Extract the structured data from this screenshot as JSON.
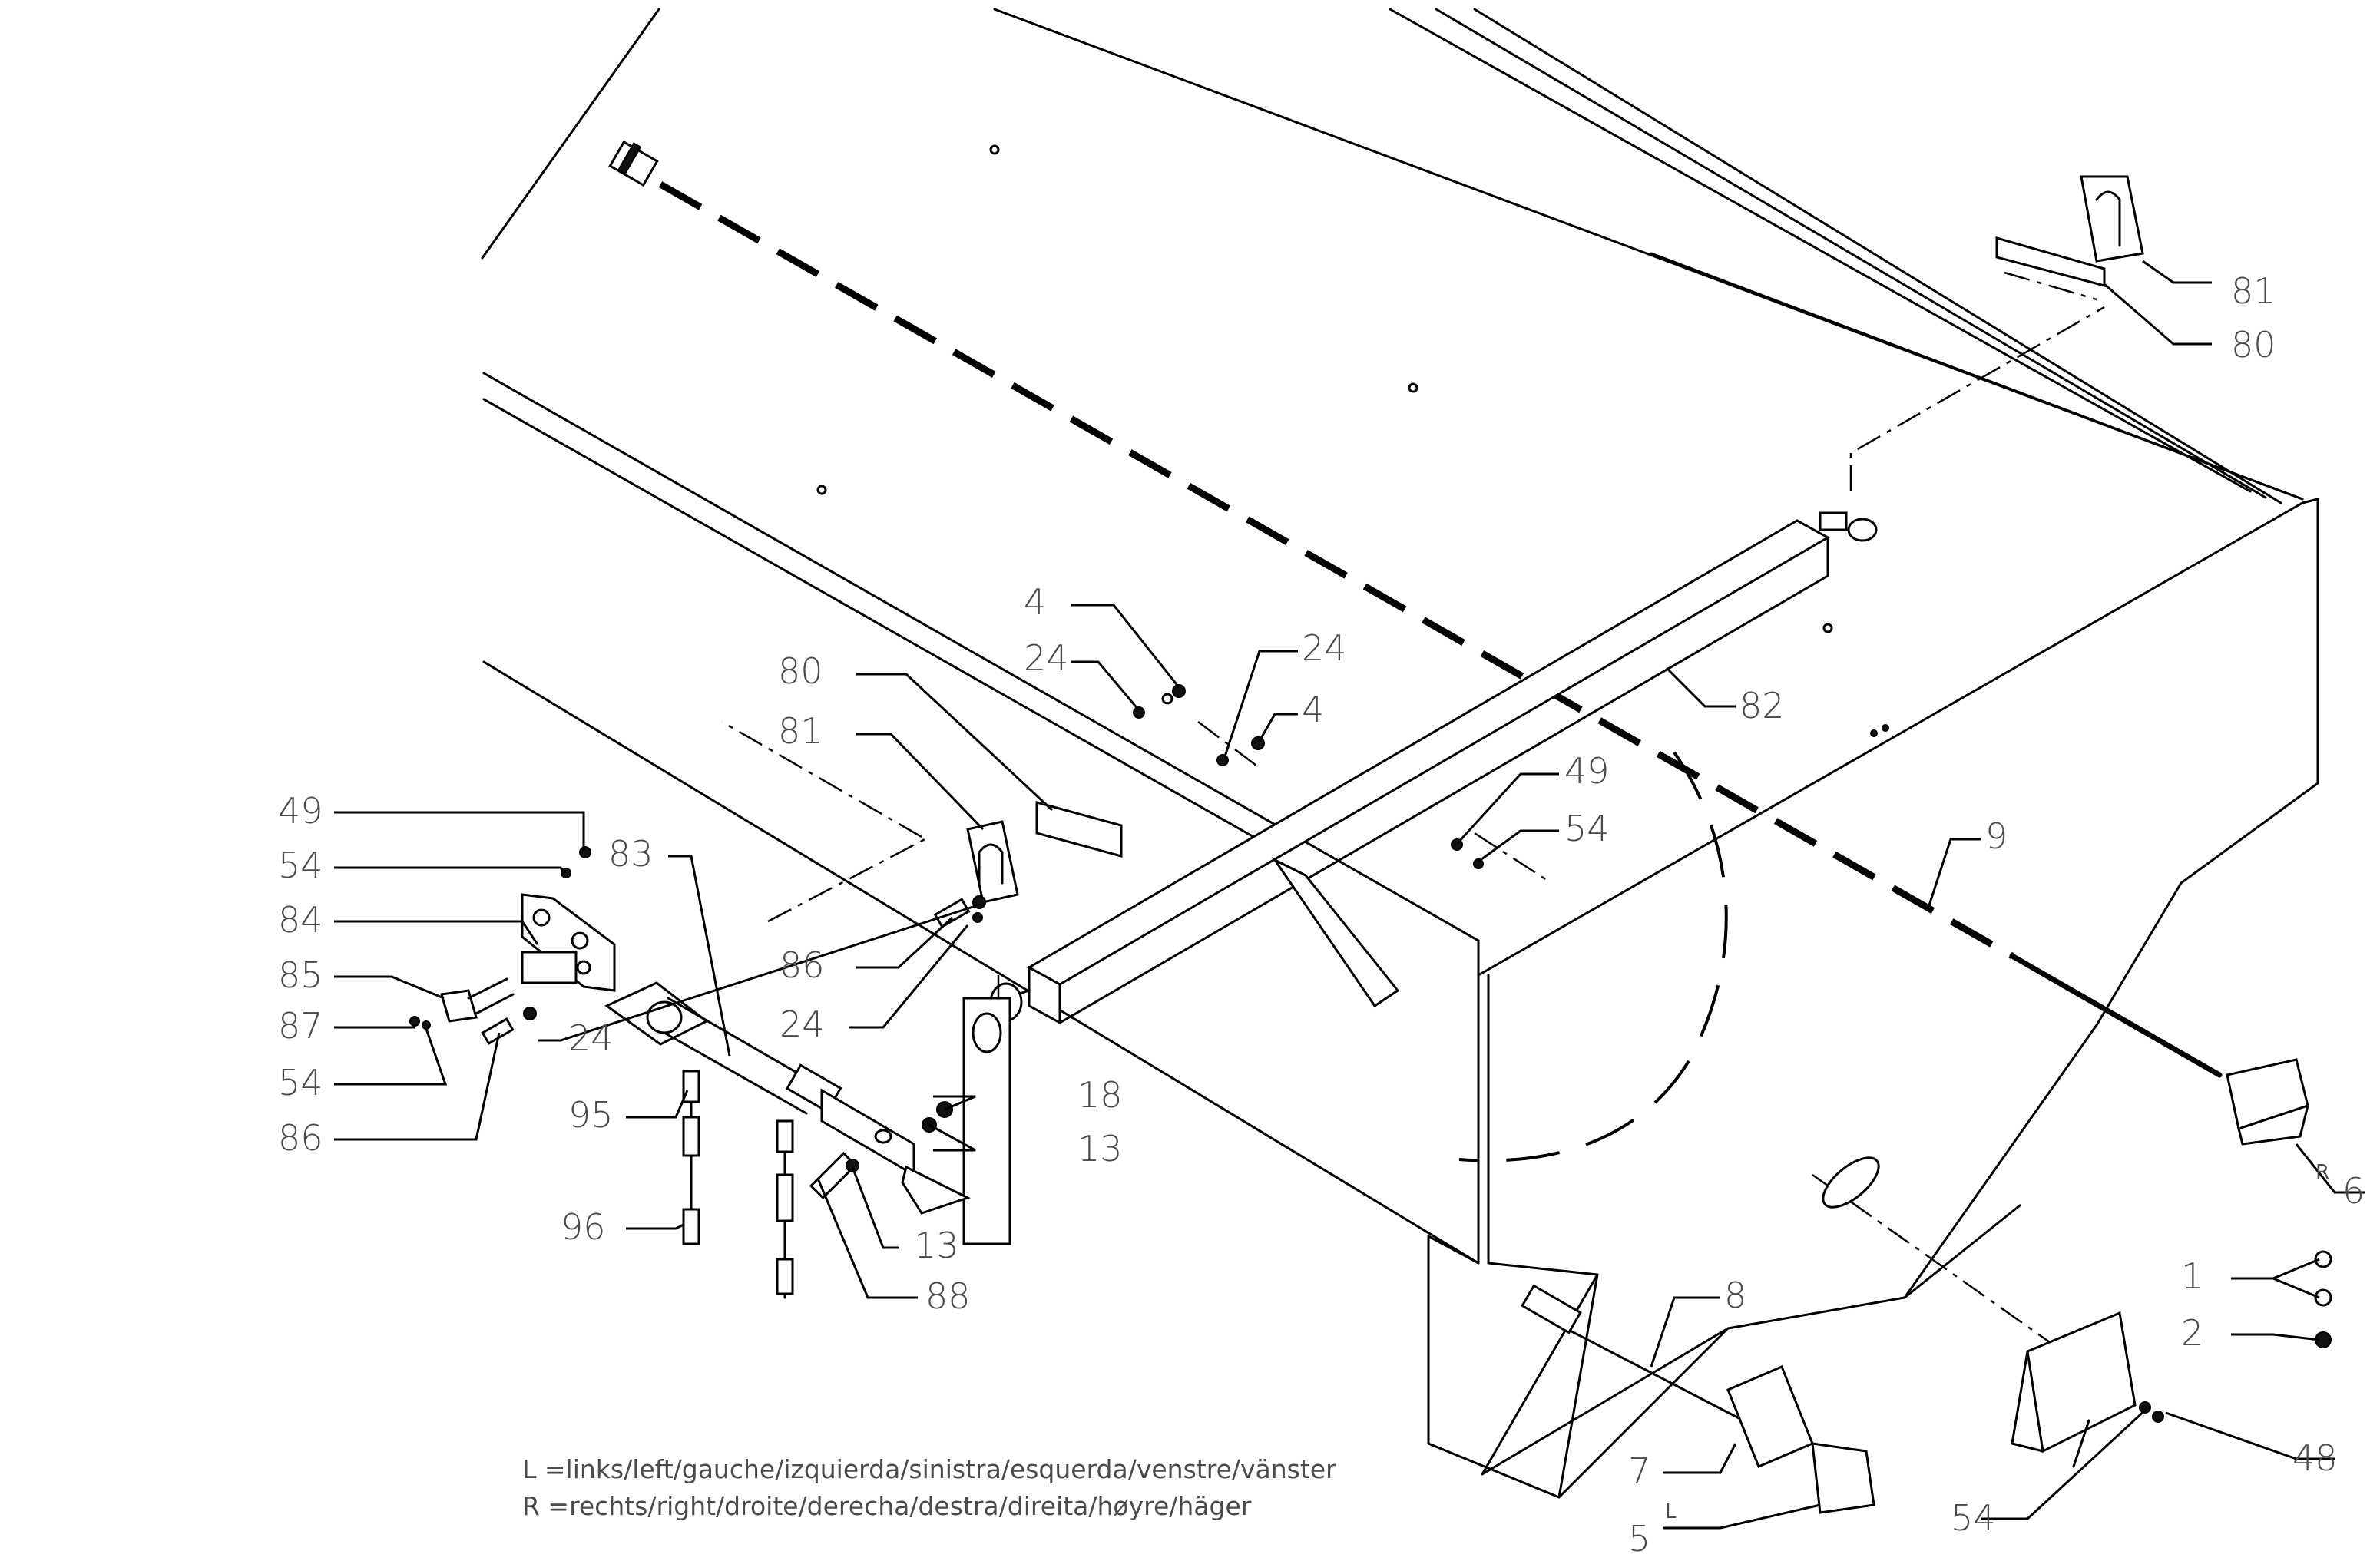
{
  "callouts": [
    {
      "id": "c81a",
      "text": "81"
    },
    {
      "id": "c80a",
      "text": "80"
    },
    {
      "id": "c4a",
      "text": "4"
    },
    {
      "id": "c24a",
      "text": "24"
    },
    {
      "id": "c24b",
      "text": "24"
    },
    {
      "id": "c4b",
      "text": "4"
    },
    {
      "id": "c82",
      "text": "82"
    },
    {
      "id": "c80b",
      "text": "80"
    },
    {
      "id": "c81b",
      "text": "81"
    },
    {
      "id": "c49a",
      "text": "49"
    },
    {
      "id": "c54a",
      "text": "54"
    },
    {
      "id": "c9",
      "text": "9"
    },
    {
      "id": "c49b",
      "text": "49"
    },
    {
      "id": "c54b",
      "text": "54"
    },
    {
      "id": "c84",
      "text": "84"
    },
    {
      "id": "c83",
      "text": "83"
    },
    {
      "id": "c85",
      "text": "85"
    },
    {
      "id": "c87",
      "text": "87"
    },
    {
      "id": "c54c",
      "text": "54"
    },
    {
      "id": "c86a",
      "text": "86"
    },
    {
      "id": "c86b",
      "text": "86"
    },
    {
      "id": "c24c",
      "text": "24"
    },
    {
      "id": "c24d",
      "text": "24"
    },
    {
      "id": "c95",
      "text": "95"
    },
    {
      "id": "c18",
      "text": "18"
    },
    {
      "id": "c13a",
      "text": "13"
    },
    {
      "id": "c96",
      "text": "96"
    },
    {
      "id": "c13b",
      "text": "13"
    },
    {
      "id": "c88",
      "text": "88"
    },
    {
      "id": "c6",
      "text": "6"
    },
    {
      "id": "c1",
      "text": "1"
    },
    {
      "id": "c2",
      "text": "2"
    },
    {
      "id": "c8",
      "text": "8"
    },
    {
      "id": "c48",
      "text": "48"
    },
    {
      "id": "c7",
      "text": "7"
    },
    {
      "id": "c5",
      "text": "5"
    },
    {
      "id": "c54d",
      "text": "54"
    }
  ],
  "side_marks": {
    "right": "R",
    "left": "L"
  },
  "legend": {
    "left_line": "L  =links/left/gauche/izquierda/sinistra/esquerda/venstre/vänster",
    "right_line": "R  =rechts/right/droite/derecha/destra/direita/høyre/häger"
  }
}
